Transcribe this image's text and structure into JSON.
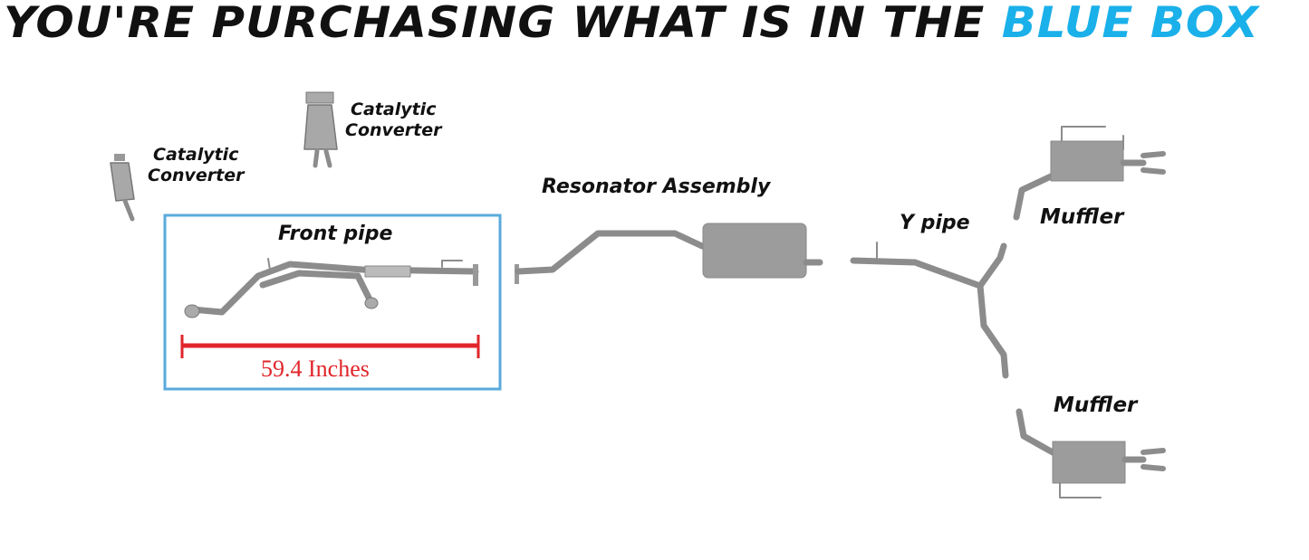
{
  "title": {
    "prefix": "YOU'RE PURCHASING WHAT IS IN THE",
    "highlight": "BLUE BOX"
  },
  "labels": {
    "cat1": [
      "Catalytic",
      "Converter"
    ],
    "cat2": [
      "Catalytic",
      "Converter"
    ],
    "front_pipe": "Front pipe",
    "resonator": "Resonator Assembly",
    "y_pipe": "Y pipe",
    "muffler_top": "Muffler",
    "muffler_bottom": "Muffler"
  },
  "measurement": "59.4 Inches",
  "colors": {
    "highlight": "#1ab0ea",
    "box": "#5aaadc",
    "measure": "#e0262b",
    "pipe": "#8c8c8c"
  }
}
